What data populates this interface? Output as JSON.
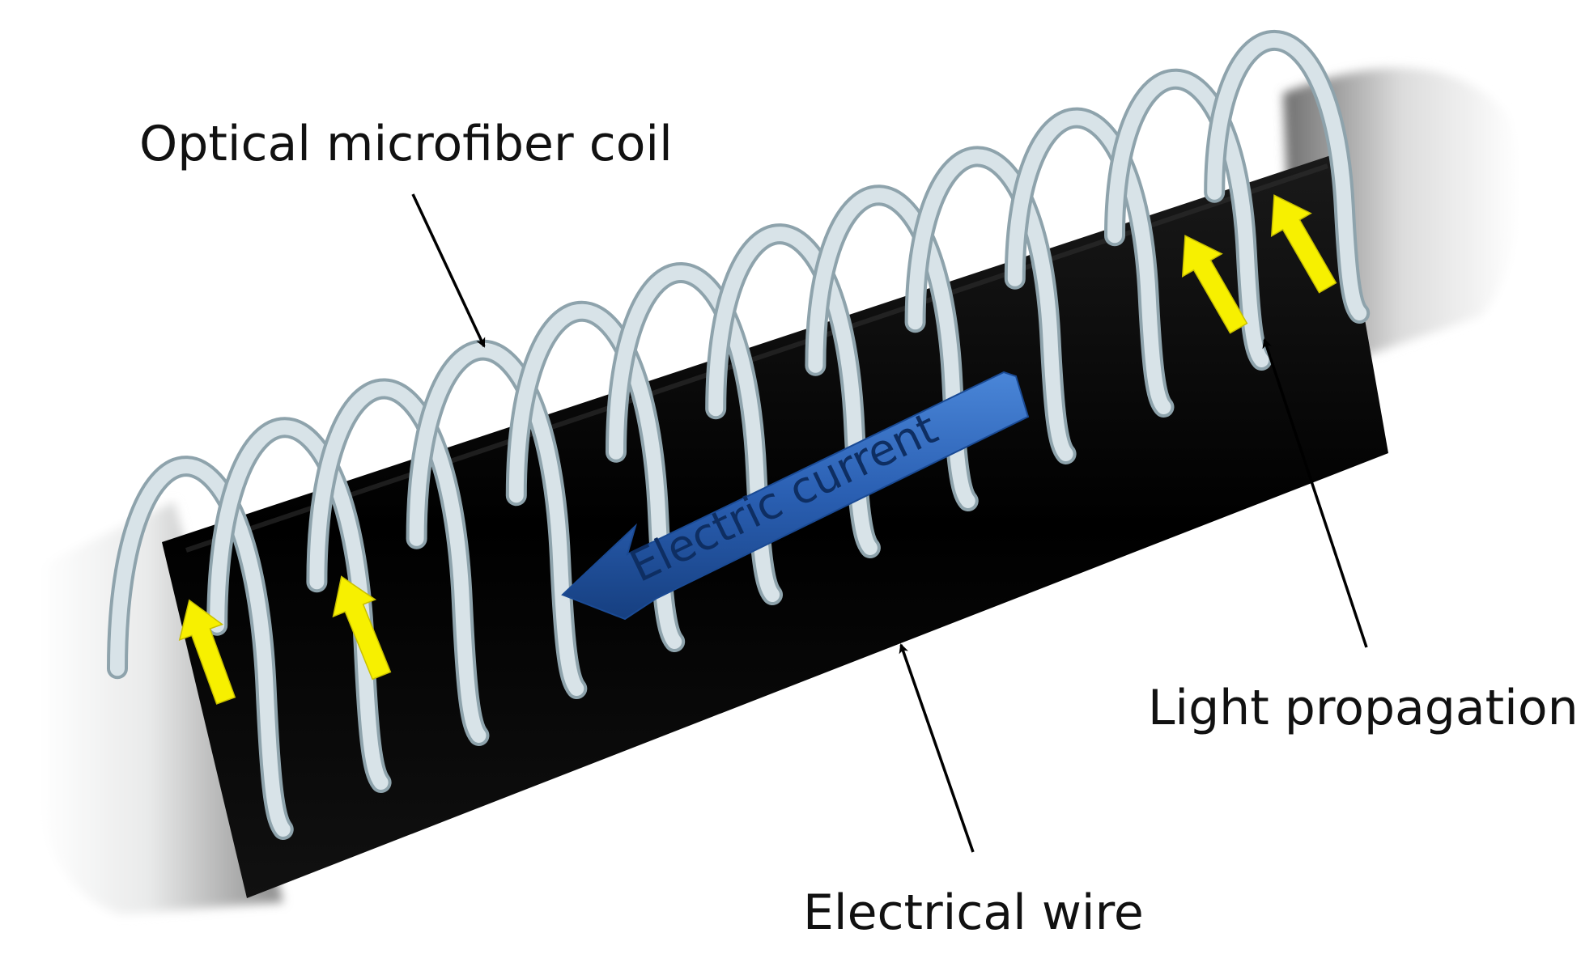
{
  "labels": {
    "coil": "Optical microfiber coil",
    "current": "Electric current",
    "light": "Light propagation",
    "wire": "Electrical wire"
  },
  "colors": {
    "background": "#ffffff",
    "wire_core": "#050505",
    "sleeve": "#e4e6e6",
    "coil": "#d8e3e8",
    "coil_edge": "#8ea3ac",
    "current_arrow": "#2b63b6",
    "light_arrow": "#f7f000",
    "pointer": "#000000"
  }
}
